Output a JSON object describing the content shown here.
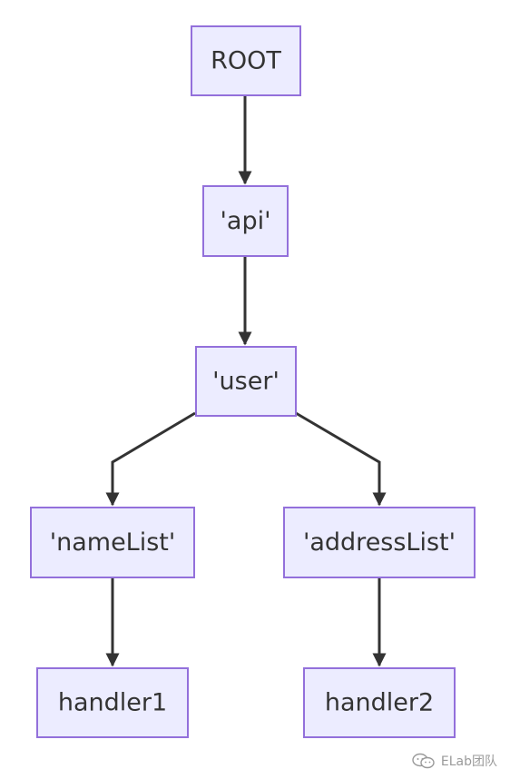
{
  "diagram": {
    "type": "flowchart-top-down",
    "nodes": [
      {
        "id": "root",
        "label": "ROOT"
      },
      {
        "id": "api",
        "label": "'api'"
      },
      {
        "id": "user",
        "label": "'user'"
      },
      {
        "id": "nameList",
        "label": "'nameList'"
      },
      {
        "id": "addressList",
        "label": "'addressList'"
      },
      {
        "id": "handler1",
        "label": "handler1"
      },
      {
        "id": "handler2",
        "label": "handler2"
      }
    ],
    "edges": [
      {
        "from": "root",
        "to": "api"
      },
      {
        "from": "api",
        "to": "user"
      },
      {
        "from": "user",
        "to": "nameList"
      },
      {
        "from": "user",
        "to": "addressList"
      },
      {
        "from": "nameList",
        "to": "handler1"
      },
      {
        "from": "addressList",
        "to": "handler2"
      }
    ],
    "colors": {
      "node_fill": "#ECECFF",
      "node_stroke": "#9370DB",
      "edge": "#333333",
      "text": "#333333"
    }
  },
  "watermark": {
    "icon": "wechat-icon",
    "text": "ELab团队"
  }
}
